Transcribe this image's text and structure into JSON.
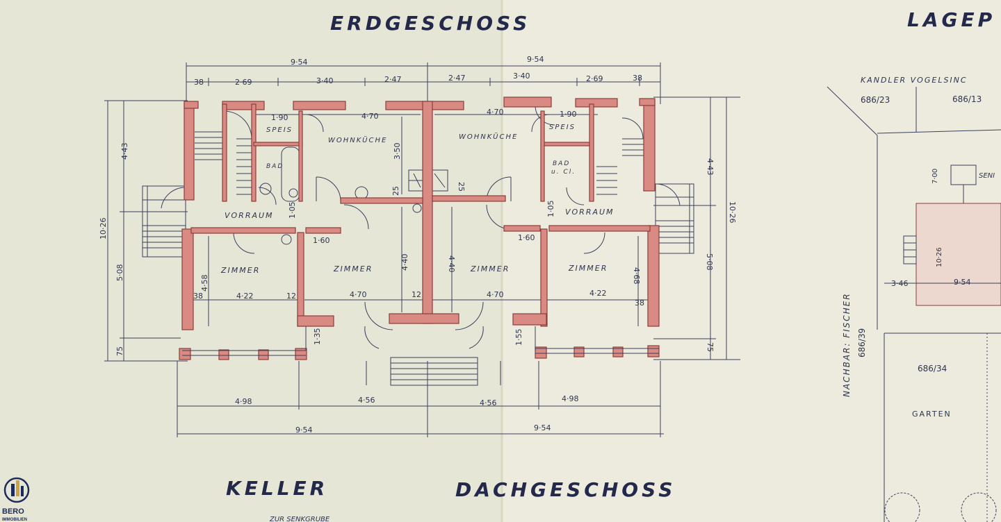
{
  "titles": {
    "ground_floor": "ERDGESCHOSS",
    "storage": "LAGEP",
    "cellar": "KELLER",
    "attic": "DACHGESCHOSS",
    "cellar_note": "ZUR SENKGRUBE"
  },
  "rooms": {
    "wohnkueche_left": "WOHNKÜCHE",
    "wohnkueche_right": "WOHNKÜCHE",
    "speis_left": "SPEIS",
    "speis_right": "SPEIS",
    "bad_left": "BAD",
    "bad_right": "BAD",
    "wc_right": "u. Cl.",
    "vorraum_left": "VORRAUM",
    "vorraum_right": "VORRAUM",
    "zimmer_1": "ZIMMER",
    "zimmer_2": "ZIMMER",
    "zimmer_3": "ZIMMER",
    "zimmer_4": "ZIMMER"
  },
  "dimensions": {
    "top_total_left": "9·54",
    "top_total_right": "9·54",
    "top_38_left": "38",
    "top_269_left": "2·69",
    "top_340_left": "3·40",
    "top_247_left": "2·47",
    "top_247_right": "2·47",
    "top_340_right": "3·40",
    "top_269_right": "2·69",
    "top_38_right": "38",
    "inner_190_left": "1·90",
    "inner_190_right": "1·90",
    "inner_470_left": "4·70",
    "inner_470_right": "4·70",
    "left_443": "4·43",
    "left_1026": "10·26",
    "left_508": "5·08",
    "left_75": "75",
    "right_443": "4·43",
    "right_1026": "10·26",
    "right_508": "5·08",
    "right_75": "75",
    "mid_350": "3·50",
    "mid_25_left": "25",
    "mid_25_right": "25",
    "mid_440_left": "4·40",
    "mid_440_right": "4·40",
    "mid_160_left": "1·60",
    "mid_160_right": "1·60",
    "zimmer_422_left": "4·22",
    "zimmer_422_right": "4·22",
    "zimmer_470_left": "4·70",
    "zimmer_470_right": "4·70",
    "zimmer_458": "4·58",
    "zimmer_468": "4·68",
    "small_38a": "38",
    "small_38b": "38",
    "small_12a": "12",
    "small_12b": "12",
    "small_135": "1·35",
    "small_155": "1·55",
    "small_105_left": "1·05",
    "small_105_right": "1·05",
    "bottom_498_left": "4·98",
    "bottom_456_left": "4·56",
    "bottom_456_right": "4·56",
    "bottom_498_right": "4·98",
    "bottom_total_left": "9·54",
    "bottom_total_right": "9·54"
  },
  "site": {
    "neighbors_top": "KANDLER   VOGELSINC",
    "parcel_a": "686/23",
    "parcel_b": "686/13",
    "sen_label": "SENI",
    "dim_700": "7·00",
    "dim_1026": "10·26",
    "dim_346": "3·46",
    "dim_954": "9·54",
    "neighbor_side": "NACHBAR: FISCHER",
    "neighbor_parcel": "686/39",
    "garden_parcel": "686/34",
    "garden": "GARTEN"
  },
  "logo": {
    "name": "BERO",
    "sub": "IMMOBILIEN",
    "colors": {
      "primary": "#1e2a5a",
      "accent": "#c9a24a"
    }
  },
  "colors": {
    "paper": "#e9e8da",
    "wall": "#d98a82",
    "ink": "#2d3350"
  }
}
